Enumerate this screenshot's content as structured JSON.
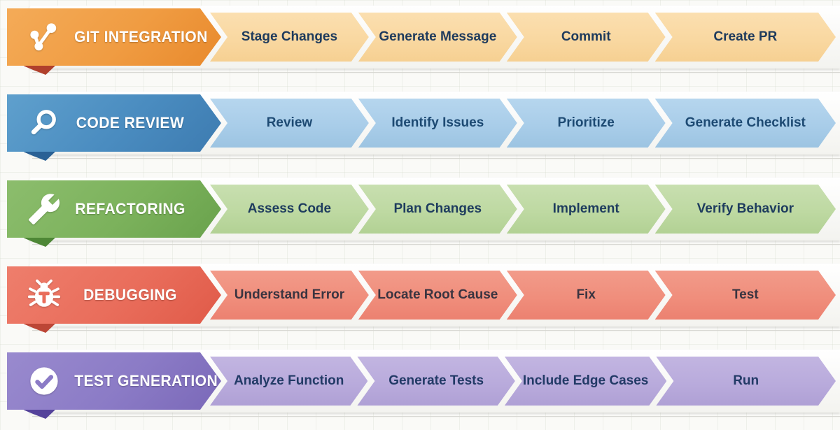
{
  "page": {
    "background": "#fafaf7",
    "grid": "graph-paper"
  },
  "rows": [
    {
      "title": "CODE REVIEW",
      "icon": "magnifier-icon",
      "colors": {
        "header": "#4a8cc0",
        "header_light": "#5fa0cd",
        "header_dark": "#3d7bb0",
        "fold": "#2a6195",
        "step": "#a9cde9",
        "step_light": "#b6d6ee",
        "step_dark": "#9cc4e2",
        "step_text": "#1d4a73"
      },
      "steps": [
        "Review",
        "Identify Issues",
        "Prioritize",
        "Generate Checklist"
      ]
    },
    {
      "title": "REFACTORING",
      "icon": "wrench-icon",
      "colors": {
        "header": "#7cb25c",
        "header_light": "#8cbd6d",
        "header_dark": "#69a24c",
        "fold": "#4e8736",
        "step": "#bed9a2",
        "step_light": "#c8dfb0",
        "step_dark": "#b2d194",
        "step_text": "#1e3c5e"
      },
      "steps": [
        "Assess Code",
        "Plan Changes",
        "Implement",
        "Verify Behavior"
      ]
    },
    {
      "title": "DEBUGGING",
      "icon": "bug-icon",
      "colors": {
        "header": "#e96d5b",
        "header_light": "#ee7e6c",
        "header_dark": "#e05a48",
        "fold": "#bc4636",
        "step": "#f08e7c",
        "step_light": "#f29b8a",
        "step_dark": "#ec8170",
        "step_text": "#3a3440"
      },
      "steps": [
        "Understand Error",
        "Locate Root Cause",
        "Fix",
        "Test"
      ]
    },
    {
      "title": "TEST GENERATION",
      "icon": "check-circle-icon",
      "colors": {
        "header": "#8b7bc6",
        "header_light": "#998ace",
        "header_dark": "#7a68b8",
        "fold": "#55439b",
        "step": "#b9abdc",
        "step_light": "#c2b5e1",
        "step_dark": "#afa0d5",
        "step_text": "#223a66"
      },
      "steps": [
        "Analyze Function",
        "Generate Tests",
        "Include Edge Cases",
        "Run"
      ]
    },
    {
      "title": "GIT INTEGRATION",
      "icon": "git-graph-icon",
      "colors": {
        "header": "#f09c42",
        "header_light": "#f4ab58",
        "header_dark": "#e8892c",
        "fold": "#b0402c",
        "step": "#f9d8a1",
        "step_light": "#fbdfb0",
        "step_dark": "#f6d092",
        "step_text": "#1e3a5c"
      },
      "steps": [
        "Stage Changes",
        "Generate Message",
        "Commit",
        "Create PR"
      ]
    }
  ]
}
